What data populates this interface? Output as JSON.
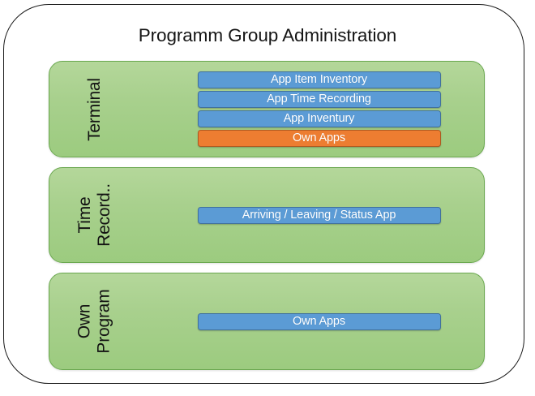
{
  "diagram": {
    "title": "Programm Group Administration",
    "colors": {
      "band_fill": "#a8d08d",
      "band_border": "#6aa84f",
      "bar_blue": "#5b9bd5",
      "bar_blue_border": "#41719c",
      "bar_orange": "#ed7d31",
      "bar_orange_border": "#ae5a21",
      "frame_border": "#1a1a1a",
      "title_color": "#151515",
      "bar_text": "#ffffff"
    },
    "groups": [
      {
        "label": "Terminal",
        "items": [
          {
            "text": "App Item Inventory",
            "color": "blue"
          },
          {
            "text": "App Time Recording",
            "color": "blue"
          },
          {
            "text": "App Inventury",
            "color": "blue"
          },
          {
            "text": "Own Apps",
            "color": "orange"
          }
        ]
      },
      {
        "label": "Time\nRecord..",
        "items": [
          {
            "text": "Arriving / Leaving / Status App",
            "color": "blue"
          }
        ]
      },
      {
        "label": "Own\nProgram",
        "items": [
          {
            "text": "Own Apps",
            "color": "blue"
          }
        ]
      }
    ]
  }
}
